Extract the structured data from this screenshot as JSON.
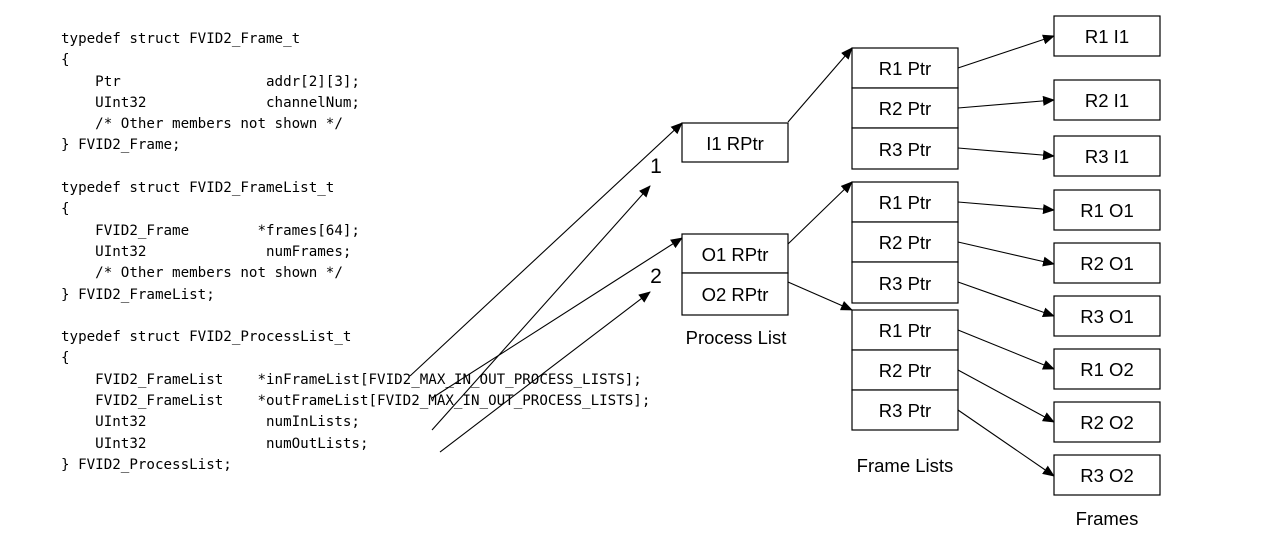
{
  "code": [
    "typedef struct FVID2_Frame_t",
    "{",
    "    Ptr                 addr[2][3];",
    "    UInt32              channelNum;",
    "    /* Other members not shown */",
    "} FVID2_Frame;",
    "",
    "typedef struct FVID2_FrameList_t",
    "{",
    "    FVID2_Frame        *frames[64];",
    "    UInt32              numFrames;",
    "    /* Other members not shown */",
    "} FVID2_FrameList;",
    "",
    "typedef struct FVID2_ProcessList_t",
    "{",
    "    FVID2_FrameList    *inFrameList[FVID2_MAX_IN_OUT_PROCESS_LISTS];",
    "    FVID2_FrameList    *outFrameList[FVID2_MAX_IN_OUT_PROCESS_LISTS];",
    "    UInt32              numInLists;",
    "    UInt32              numOutLists;",
    "} FVID2_ProcessList;"
  ],
  "process_list": {
    "label": "Process List",
    "in_box": "I1 RPtr",
    "out_boxes": [
      "O1 RPtr",
      "O2 RPtr"
    ]
  },
  "frame_lists": {
    "label": "Frame Lists",
    "lists": [
      [
        "R1 Ptr",
        "R2 Ptr",
        "R3 Ptr"
      ],
      [
        "R1 Ptr",
        "R2 Ptr",
        "R3 Ptr"
      ],
      [
        "R1 Ptr",
        "R2 Ptr",
        "R3 Ptr"
      ]
    ]
  },
  "frames": {
    "label": "Frames",
    "items": [
      "R1 I1",
      "R2 I1",
      "R3 I1",
      "R1 O1",
      "R2 O1",
      "R3 O1",
      "R1 O2",
      "R2 O2",
      "R3 O2"
    ]
  },
  "count_markers": [
    "1",
    "2"
  ]
}
